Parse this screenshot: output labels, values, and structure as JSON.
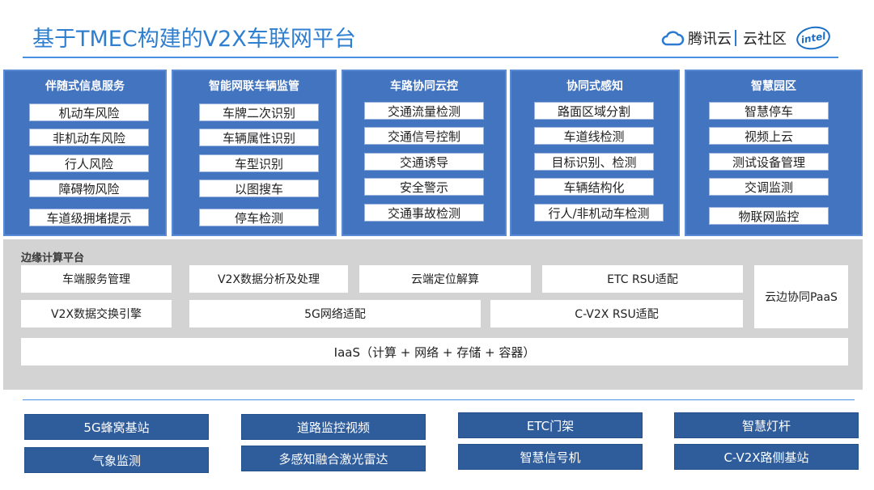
{
  "header": {
    "title": "基于TMEC构建的V2X车联网平台",
    "logo_tencent": "腾讯云",
    "logo_community": "云社区",
    "logo_intel": "intel"
  },
  "top_columns": [
    {
      "title": "伴随式信息服务",
      "items": [
        "机动车风险",
        "非机动车风险",
        "行人风险",
        "障碍物风险",
        "车道级拥堵提示"
      ]
    },
    {
      "title": "智能网联车辆监管",
      "items": [
        "车牌二次识别",
        "车辆属性识别",
        "车型识别",
        "以图搜车",
        "停车检测"
      ]
    },
    {
      "title": "车路协同云控",
      "items": [
        "交通流量检测",
        "交通信号控制",
        "交通诱导",
        "安全警示",
        "交通事故检测"
      ]
    },
    {
      "title": "协同式感知",
      "items": [
        "路面区域分割",
        "车道线检测",
        "目标识别、检测",
        "车辆结构化",
        "行人/非机动车检测"
      ]
    },
    {
      "title": "智慧园区",
      "items": [
        "智慧停车",
        "视频上云",
        "测试设备管理",
        "交调监测",
        "物联网监控"
      ]
    }
  ],
  "edge": {
    "title": "边缘计算平台",
    "row1": [
      "车端服务管理",
      "V2X数据分析及处理",
      "云端定位解算",
      "ETC RSU适配"
    ],
    "row2": [
      "V2X数据交换引擎",
      "5G网络适配",
      "C-V2X RSU适配"
    ],
    "side": "云边协同PaaS",
    "iaas": "IaaS（计算 + 网络 + 存储 + 容器）"
  },
  "infrastructure": {
    "row1": [
      "5G蜂窝基站",
      "道路监控视频",
      "ETC门架",
      "智慧灯杆"
    ],
    "row2": [
      "气象监测",
      "多感知融合激光雷达",
      "智慧信号机",
      "C-V2X路侧基站"
    ]
  },
  "colors": {
    "title_blue": "#2f7fd0",
    "column_blue": "#4374c0",
    "bottom_blue": "#2f5d9c",
    "edge_gray": "#d3d3d3"
  }
}
